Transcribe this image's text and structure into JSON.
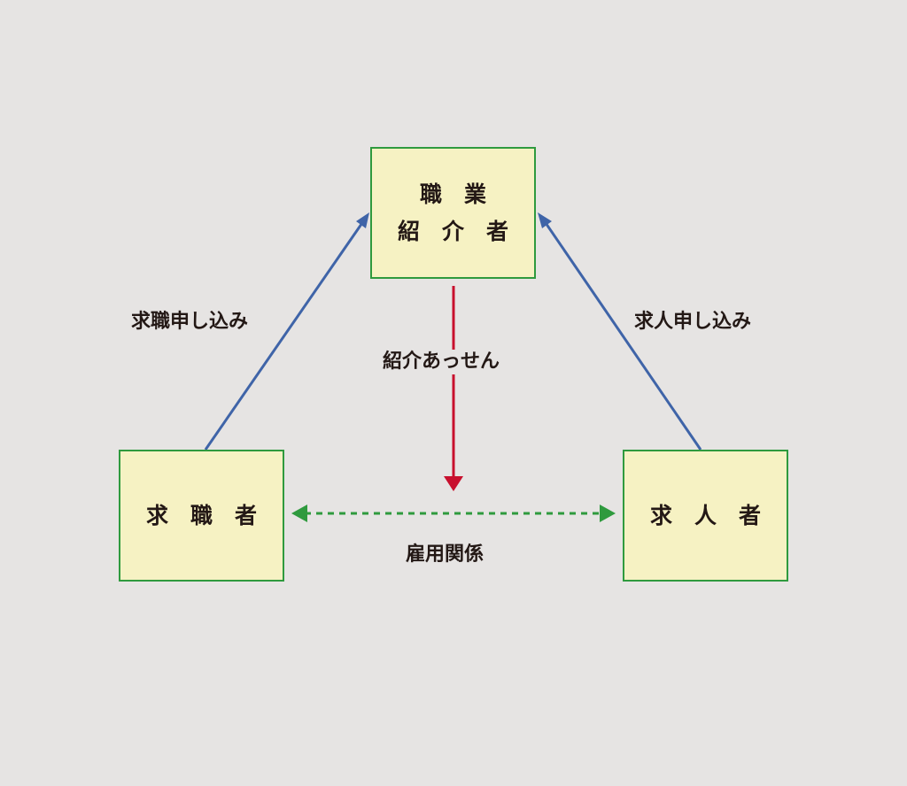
{
  "nodes": {
    "agency": {
      "line1": "職　業",
      "line2": "紹　介　者"
    },
    "seeker": {
      "label": "求　職　者"
    },
    "employer": {
      "label": "求　人　者"
    }
  },
  "edges": {
    "seeker_to_agency": "求職申し込み",
    "employer_to_agency": "求人申し込み",
    "agency_to_bottom": "紹介あっせん",
    "seeker_employer": "雇用関係"
  },
  "colors": {
    "background": "#e6e4e3",
    "node_fill": "#f6f2c3",
    "node_border": "#2f9a3e",
    "application_arrow": "#3f64a8",
    "referral_arrow": "#c8102e",
    "employment_arrow": "#2f9a3e"
  }
}
